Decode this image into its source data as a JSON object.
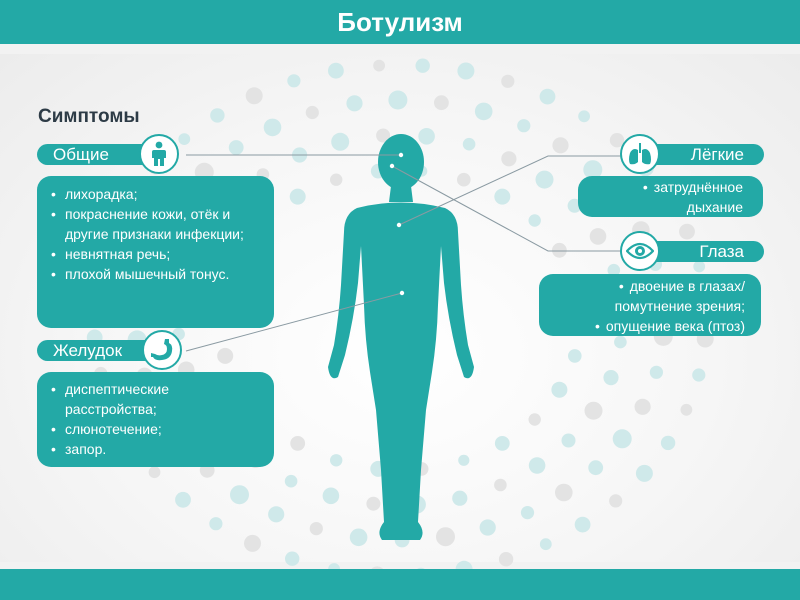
{
  "title": "Ботулизм",
  "section_title": "Симптомы",
  "groups": {
    "general": {
      "label": "Общие",
      "items": [
        "лихорадка;",
        "покраснение кожи, отёк и другие признаки инфекции;",
        "невнятная речь;",
        "плохой мышечный тонус."
      ]
    },
    "stomach": {
      "label": "Желудок",
      "items": [
        "диспептические расстройства;",
        "слюнотечение;",
        "запор."
      ]
    },
    "lungs": {
      "label": "Лёгкие",
      "items": [
        "затруднённое дыхание"
      ]
    },
    "eyes": {
      "label": "Глаза",
      "items": [
        "двоение в глазах/ помутнение зрения;",
        "опущение века (птоз)"
      ]
    }
  },
  "colors": {
    "accent": "#23a9a6",
    "dots_light": "#cfe9ea",
    "dots_gray": "#e3e3e3",
    "heading": "#2d3b46"
  },
  "icons": {
    "general": "person-icon",
    "stomach": "stomach-icon",
    "lungs": "lungs-icon",
    "eyes": "eye-icon"
  }
}
